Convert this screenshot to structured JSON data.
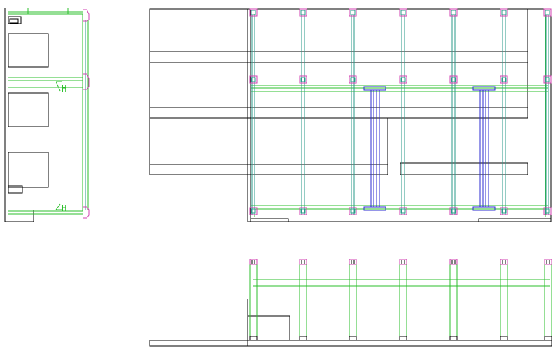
{
  "drawing": {
    "colors": {
      "outline": "#000000",
      "beam": "#2bbf2b",
      "column": "#2a9a8a",
      "brace": "#2b2bd0",
      "connector": "#d040b0",
      "background": "#ffffff"
    },
    "section_marks": [
      {
        "text": "H"
      },
      {
        "text": "H"
      }
    ],
    "plan": {
      "column_grid_count": 7
    },
    "elevation": {
      "column_count": 7
    }
  }
}
